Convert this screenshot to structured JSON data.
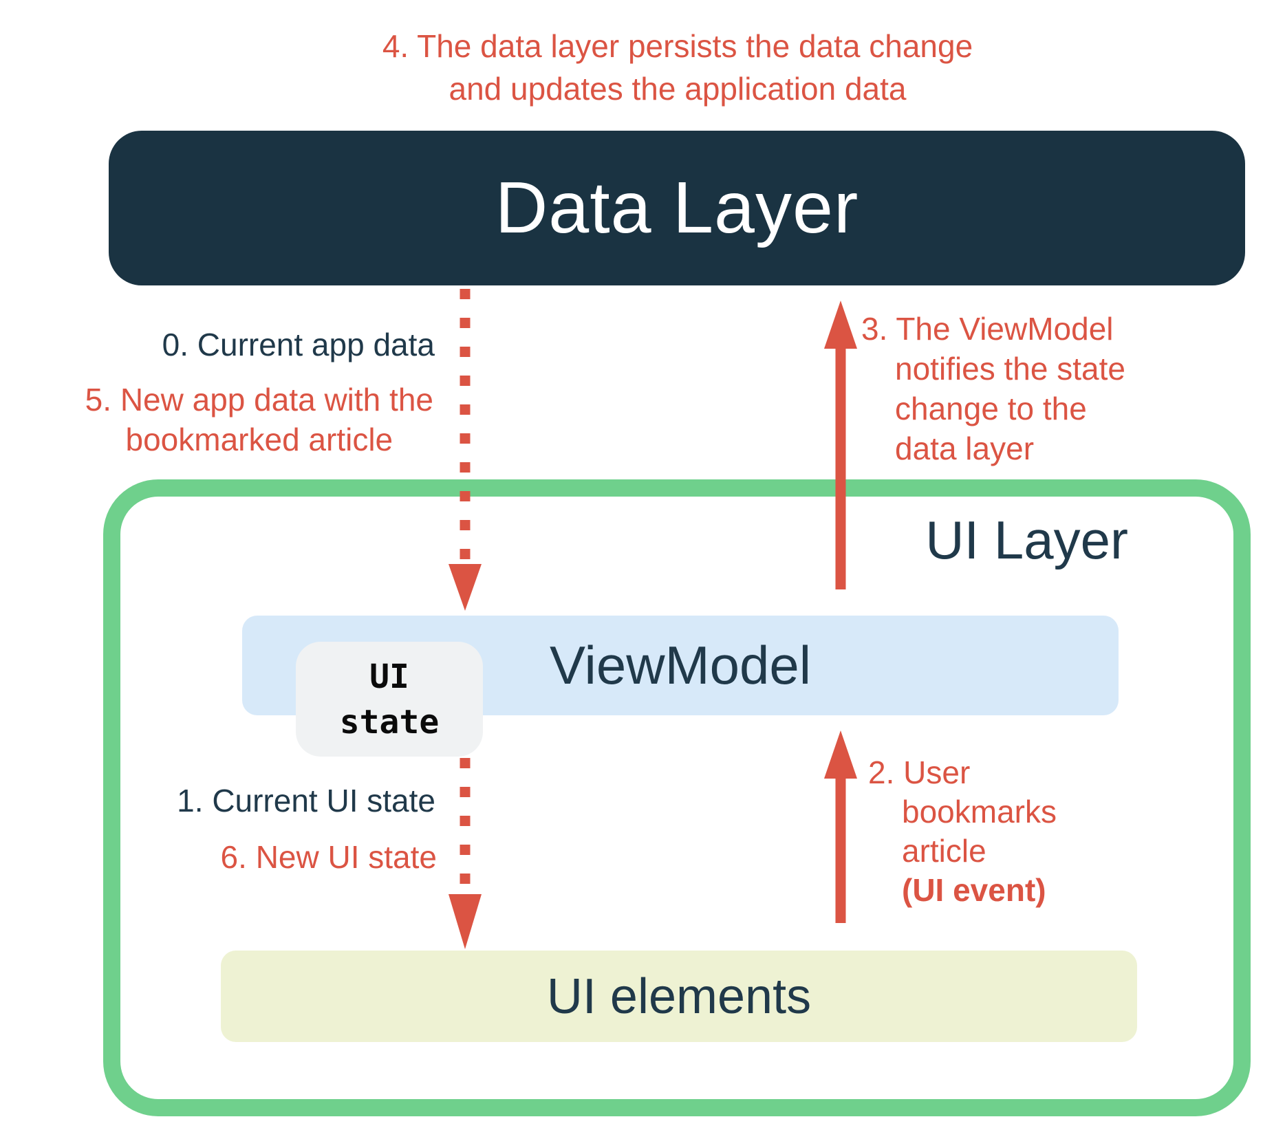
{
  "colors": {
    "page_bg": "#FFFFFF",
    "navy_box": "#1A3342",
    "navy_text": "#20394A",
    "red": "#DB5443",
    "green": "#6FD08C",
    "light_blue": "#D7E9F9",
    "pale_yellow": "#EEF2D3",
    "chip_bg": "#F0F2F3",
    "chip_text": "#0B0B0B",
    "white": "#FFFFFF"
  },
  "boxes": {
    "data_layer": "Data Layer",
    "ui_layer": "UI Layer",
    "viewmodel": "ViewModel",
    "ui_elements": "UI elements",
    "ui_state_chip": {
      "lines": [
        "UI",
        "state"
      ]
    }
  },
  "annotations": {
    "step4": {
      "lines": [
        "4. The data layer persists the data change",
        "and updates the application data"
      ]
    },
    "step0": "0. Current app data",
    "step5": {
      "lines": [
        "5. New app data with the",
        "bookmarked article"
      ]
    },
    "step3": {
      "lines": [
        "3. The ViewModel",
        "notifies the state",
        "change to the",
        "data layer"
      ]
    },
    "step1": "1. Current UI state",
    "step6": "6. New UI state",
    "step2": {
      "lines": [
        "2. User",
        "bookmarks",
        "article",
        "(UI event)"
      ]
    }
  },
  "arrows": [
    {
      "name": "app-data-down-arrow",
      "style": "dotted",
      "direction": "down",
      "from": "Data Layer",
      "to": "ViewModel"
    },
    {
      "name": "ui-state-down-arrow",
      "style": "dotted",
      "direction": "down",
      "from": "UI state",
      "to": "UI elements"
    },
    {
      "name": "ui-event-up-arrow",
      "style": "solid",
      "direction": "up",
      "from": "UI elements",
      "to": "ViewModel"
    },
    {
      "name": "state-change-up-arrow",
      "style": "solid",
      "direction": "up",
      "from": "ViewModel",
      "to": "Data Layer"
    }
  ]
}
